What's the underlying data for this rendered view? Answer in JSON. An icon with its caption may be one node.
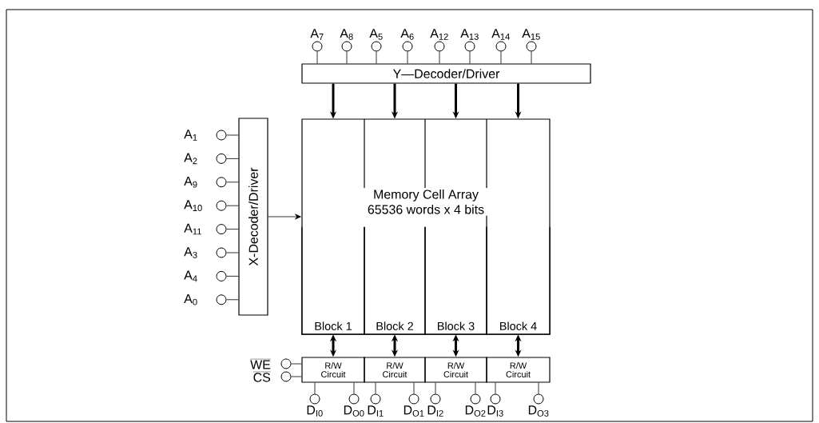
{
  "diagram": {
    "nodes": [
      {
        "text": [
          "Y—Decoder/Driver"
        ]
      },
      {
        "text": [
          "X-Decoder/Driver"
        ]
      },
      {
        "text": [
          "Memory Cell Array",
          "65536 words x 4 bits"
        ]
      },
      {
        "text": [
          "Block 1"
        ],
        "in": 2
      },
      {
        "text": [
          "Block 2"
        ],
        "in": 2
      },
      {
        "text": [
          "Block 3"
        ],
        "in": 2
      },
      {
        "text": [
          "Block 4"
        ],
        "in": 2
      },
      {
        "text": [
          "R/W Circuit"
        ]
      },
      {
        "text": [
          "R/W Circuit"
        ]
      },
      {
        "text": [
          "R/W Circuit"
        ]
      },
      {
        "text": [
          "R/W Circuit"
        ]
      },
      {
        "text": [],
        "shape": "circle",
        "beside": [
          "A$_{7}$"
        ]
      },
      {
        "text": [],
        "shape": "circle",
        "beside": [
          "A$_{8}$"
        ]
      },
      {
        "text": [],
        "shape": "circle",
        "beside": [
          "A$_{5}$"
        ]
      },
      {
        "text": [],
        "shape": "circle",
        "beside": [
          "A$_{6}$"
        ]
      },
      {
        "text": [],
        "shape": "circle",
        "beside": [
          "A$_{12}$"
        ]
      },
      {
        "text": [],
        "shape": "circle",
        "beside": [
          "A$_{13}$"
        ]
      },
      {
        "text": [],
        "shape": "circle",
        "beside": [
          "A$_{14}$"
        ]
      },
      {
        "text": [],
        "shape": "circle",
        "beside": [
          "A$_{15}$"
        ]
      },
      {
        "text": [],
        "shape": "circle",
        "beside": [
          "A$_{1}$"
        ]
      },
      {
        "text": [],
        "shape": "circle",
        "beside": [
          "A$_{2}$"
        ]
      },
      {
        "text": [],
        "shape": "circle",
        "beside": [
          "A$_{9}$"
        ]
      },
      {
        "text": [],
        "shape": "circle",
        "beside": [
          "A$_{10}$"
        ]
      },
      {
        "text": [],
        "shape": "circle",
        "beside": [
          "A$_{11}$"
        ]
      },
      {
        "text": [],
        "shape": "circle",
        "beside": [
          "A$_{3}$"
        ]
      },
      {
        "text": [],
        "shape": "circle",
        "beside": [
          "A$_{4}$"
        ]
      },
      {
        "text": [],
        "shape": "circle",
        "beside": [
          "A$_{0}$"
        ]
      },
      {
        "text": [],
        "shape": "circle",
        "beside": [
          "WE"
        ]
      },
      {
        "text": [],
        "shape": "circle",
        "beside": [
          "CS"
        ]
      },
      {
        "text": [],
        "shape": "circle",
        "beside": [
          "D$_{I0}$"
        ]
      },
      {
        "text": [],
        "shape": "circle",
        "beside": [
          "D$_{O0}$"
        ]
      },
      {
        "text": [],
        "shape": "circle",
        "beside": [
          "D$_{I1}$"
        ]
      },
      {
        "text": [],
        "shape": "circle",
        "beside": [
          "D$_{O1}$"
        ]
      },
      {
        "text": [],
        "shape": "circle",
        "beside": [
          "D$_{I2}$"
        ]
      },
      {
        "text": [],
        "shape": "circle",
        "beside": [
          "D$_{O2}$"
        ]
      },
      {
        "text": [],
        "shape": "circle",
        "beside": [
          "D$_{I3}$"
        ]
      },
      {
        "text": [],
        "shape": "circle",
        "beside": [
          "D$_{O3}$"
        ]
      }
    ],
    "edges": [
      {
        "from": 11,
        "to": 0,
        "arrow": "none"
      },
      {
        "from": 12,
        "to": 0,
        "arrow": "none"
      },
      {
        "from": 13,
        "to": 0,
        "arrow": "none"
      },
      {
        "from": 14,
        "to": 0,
        "arrow": "none"
      },
      {
        "from": 15,
        "to": 0,
        "arrow": "none"
      },
      {
        "from": 16,
        "to": 0,
        "arrow": "none"
      },
      {
        "from": 17,
        "to": 0,
        "arrow": "none"
      },
      {
        "from": 18,
        "to": 0,
        "arrow": "none"
      },
      {
        "from": 19,
        "to": 1,
        "arrow": "none"
      },
      {
        "from": 20,
        "to": 1,
        "arrow": "none"
      },
      {
        "from": 21,
        "to": 1,
        "arrow": "none"
      },
      {
        "from": 22,
        "to": 1,
        "arrow": "none"
      },
      {
        "from": 23,
        "to": 1,
        "arrow": "none"
      },
      {
        "from": 24,
        "to": 1,
        "arrow": "none"
      },
      {
        "from": 25,
        "to": 1,
        "arrow": "none"
      },
      {
        "from": 26,
        "to": 1,
        "arrow": "none"
      },
      {
        "from": 0,
        "to": 2,
        "arrow": "to",
        "style": "thick"
      },
      {
        "from": 0,
        "to": 2,
        "arrow": "to",
        "style": "thick"
      },
      {
        "from": 0,
        "to": 2,
        "arrow": "to",
        "style": "thick"
      },
      {
        "from": 0,
        "to": 2,
        "arrow": "to",
        "style": "thick"
      },
      {
        "from": 1,
        "to": 2,
        "arrow": "to"
      },
      {
        "from": 3,
        "to": 7,
        "arrow": "both",
        "style": "thick"
      },
      {
        "from": 4,
        "to": 8,
        "arrow": "both",
        "style": "thick"
      },
      {
        "from": 5,
        "to": 9,
        "arrow": "both",
        "style": "thick"
      },
      {
        "from": 6,
        "to": 10,
        "arrow": "both",
        "style": "thick"
      },
      {
        "from": 27,
        "to": 7,
        "arrow": "none"
      },
      {
        "from": 28,
        "to": 7,
        "arrow": "none"
      },
      {
        "from": 7,
        "to": 29,
        "arrow": "none"
      },
      {
        "from": 7,
        "to": 30,
        "arrow": "none"
      },
      {
        "from": 8,
        "to": 31,
        "arrow": "none"
      },
      {
        "from": 8,
        "to": 32,
        "arrow": "none"
      },
      {
        "from": 9,
        "to": 33,
        "arrow": "none"
      },
      {
        "from": 9,
        "to": 34,
        "arrow": "none"
      },
      {
        "from": 10,
        "to": 35,
        "arrow": "none"
      },
      {
        "from": 10,
        "to": 36,
        "arrow": "none"
      }
    ]
  }
}
